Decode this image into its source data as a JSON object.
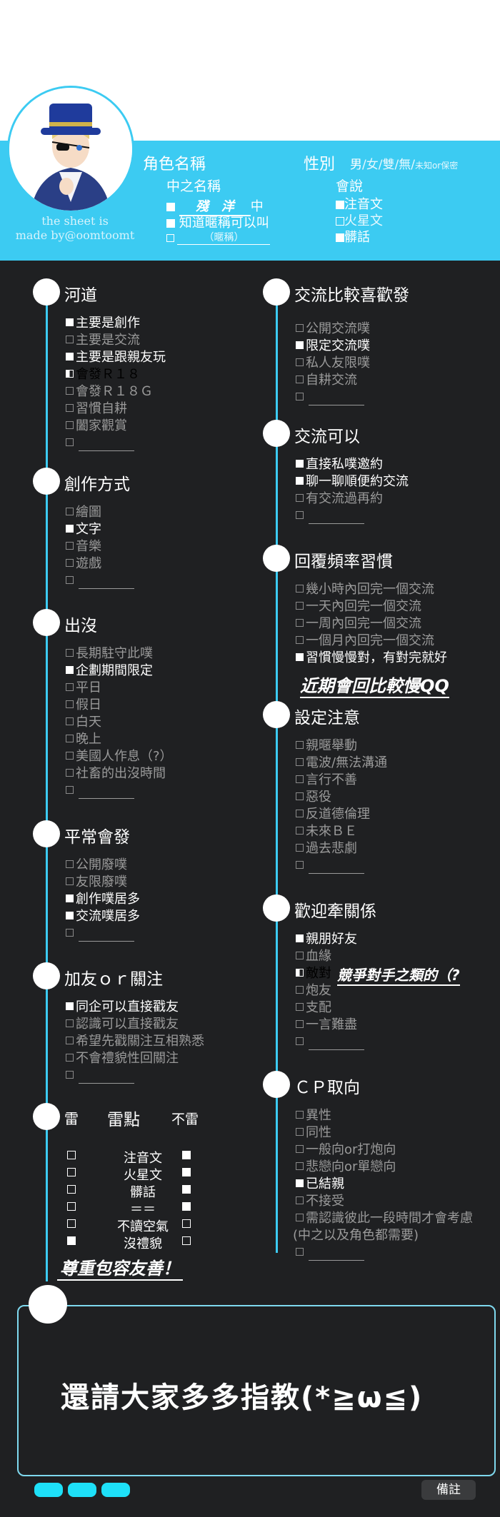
{
  "header": {
    "char_name_label": "角色名稱",
    "gender_label": "性別",
    "gender_options": [
      "男",
      "/",
      "女",
      "/",
      "雙",
      "/",
      "無",
      "/",
      "未知or保密"
    ],
    "handle_label": "中之名稱",
    "handle_value": "殘　洋",
    "handle_suffix": "中",
    "know_nickname": "知道暱稱可以叫",
    "nickname_hint": "（暱稱）",
    "speaks_label": "會說",
    "speaks": [
      {
        "label": "注音文",
        "checked": true
      },
      {
        "label": "火星文",
        "checked": false
      },
      {
        "label": "髒話",
        "checked": true
      }
    ],
    "credit_line1": "the sheet is",
    "credit_line2": "made by@oomtoomt"
  },
  "sections": {
    "river": {
      "title": "河道",
      "items": [
        {
          "label": "主要是創作",
          "state": "on"
        },
        {
          "label": "主要是交流",
          "state": "off"
        },
        {
          "label": "主要是跟親友玩",
          "state": "on"
        },
        {
          "label": "會發Ｒ１８",
          "state": "half"
        },
        {
          "label": "會發Ｒ１８Ｇ",
          "state": "off"
        },
        {
          "label": "習慣自耕",
          "state": "off"
        },
        {
          "label": "闔家觀賞",
          "state": "off"
        }
      ]
    },
    "create": {
      "title": "創作方式",
      "items": [
        {
          "label": "繪圖",
          "state": "off"
        },
        {
          "label": "文字",
          "state": "on"
        },
        {
          "label": "音樂",
          "state": "off"
        },
        {
          "label": "遊戲",
          "state": "off"
        }
      ]
    },
    "appear": {
      "title": "出沒",
      "items": [
        {
          "label": "長期駐守此噗",
          "state": "off"
        },
        {
          "label": "企劃期間限定",
          "state": "on"
        },
        {
          "label": "平日",
          "state": "off"
        },
        {
          "label": "假日",
          "state": "off"
        },
        {
          "label": "白天",
          "state": "off"
        },
        {
          "label": "晚上",
          "state": "off"
        },
        {
          "label": "美國人作息（?）",
          "state": "off"
        },
        {
          "label": "社畜的出沒時間",
          "state": "off"
        }
      ]
    },
    "usual": {
      "title": "平常會發",
      "items": [
        {
          "label": "公開廢噗",
          "state": "off"
        },
        {
          "label": "友限廢噗",
          "state": "off"
        },
        {
          "label": "創作噗居多",
          "state": "on"
        },
        {
          "label": "交流噗居多",
          "state": "on"
        }
      ]
    },
    "friend": {
      "title": "加友ｏｒ關注",
      "items": [
        {
          "label": "同企可以直接戳友",
          "state": "on"
        },
        {
          "label": "認識可以直接戳友",
          "state": "off"
        },
        {
          "label": "希望先戳關注互相熟悉",
          "state": "off"
        },
        {
          "label": "不會禮貌性回關注",
          "state": "off"
        }
      ]
    },
    "taboo": {
      "title_left": "雷",
      "title_mid": "雷點",
      "title_right": "不雷",
      "rows": [
        {
          "label": "注音文",
          "mine": false,
          "ok": true
        },
        {
          "label": "火星文",
          "mine": false,
          "ok": true
        },
        {
          "label": "髒話",
          "mine": false,
          "ok": true
        },
        {
          "label": "＝＝",
          "mine": false,
          "ok": true
        },
        {
          "label": "不讀空氣",
          "mine": false,
          "ok": false
        },
        {
          "label": "沒禮貌",
          "mine": true,
          "ok": false
        }
      ],
      "note": "尊重包容友善！"
    },
    "interact": {
      "title": "交流比較喜歡發",
      "items": [
        {
          "label": "公開交流噗",
          "state": "off"
        },
        {
          "label": "限定交流噗",
          "state": "on"
        },
        {
          "label": "私人友限噗",
          "state": "off"
        },
        {
          "label": "自耕交流",
          "state": "off"
        }
      ]
    },
    "can": {
      "title": "交流可以",
      "items": [
        {
          "label": "直接私噗邀約",
          "state": "on"
        },
        {
          "label": "聊一聊順便約交流",
          "state": "on"
        },
        {
          "label": "有交流過再約",
          "state": "off"
        }
      ]
    },
    "reply": {
      "title": "回覆頻率習慣",
      "items": [
        {
          "label": "幾小時內回完一個交流",
          "state": "off"
        },
        {
          "label": "一天內回完一個交流",
          "state": "off"
        },
        {
          "label": "一周內回完一個交流",
          "state": "off"
        },
        {
          "label": "一個月內回完一個交流",
          "state": "off"
        },
        {
          "label": "習慣慢慢對，有對完就好",
          "state": "on"
        }
      ],
      "note": "近期會回比較慢QQ"
    },
    "setting": {
      "title": "設定注意",
      "items": [
        {
          "label": "親暱舉動",
          "state": "off"
        },
        {
          "label": "電波/無法溝通",
          "state": "off"
        },
        {
          "label": "言行不善",
          "state": "off"
        },
        {
          "label": "惡役",
          "state": "off"
        },
        {
          "label": "反道德倫理",
          "state": "off"
        },
        {
          "label": "未來ＢＥ",
          "state": "off"
        },
        {
          "label": "過去悲劇",
          "state": "off"
        }
      ]
    },
    "relation": {
      "title": "歡迎牽關係",
      "items": [
        {
          "label": "親朋好友",
          "state": "on"
        },
        {
          "label": "血緣",
          "state": "off"
        },
        {
          "label": "敵對",
          "state": "half"
        },
        {
          "label": "炮友",
          "state": "off"
        },
        {
          "label": "支配",
          "state": "off"
        },
        {
          "label": "一言難盡",
          "state": "off"
        }
      ],
      "note": "競爭對手之類的（?"
    },
    "cp": {
      "title": "ＣＰ取向",
      "items": [
        {
          "label": "異性",
          "state": "off"
        },
        {
          "label": "同性",
          "state": "off"
        },
        {
          "label": "一般向or打炮向",
          "state": "off"
        },
        {
          "label": "悲戀向or單戀向",
          "state": "off"
        },
        {
          "label": "已結親",
          "state": "on"
        },
        {
          "label": "不接受",
          "state": "off"
        },
        {
          "label": "需認識彼此一段時間才會考慮",
          "state": "off"
        }
      ],
      "extra": "(中之以及角色都需要)"
    }
  },
  "footer": {
    "message": "還請大家多多指教(*≧ω≦)",
    "notes_tab": "備註"
  },
  "colors": {
    "accent": "#3ccbf2",
    "dark": "#1f2022"
  }
}
